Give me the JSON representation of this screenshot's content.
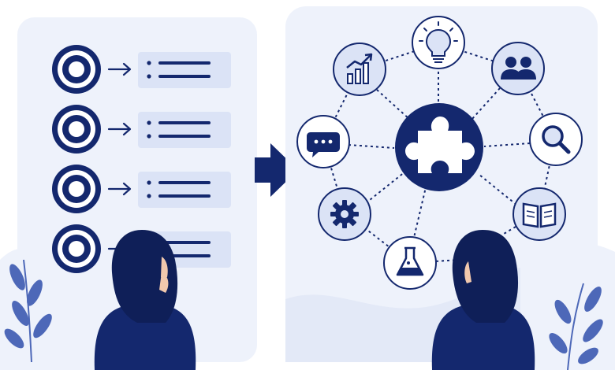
{
  "colors": {
    "navy": "#14286e",
    "light_panel": "#eef2fb",
    "pale_blue": "#dbe3f6",
    "mid_blue": "#4d68b8",
    "white": "#ffffff"
  },
  "left_panel": {
    "rows": [
      {
        "icon": "target-icon",
        "list_icon": "bullet-list-icon"
      },
      {
        "icon": "target-icon",
        "list_icon": "bullet-list-icon"
      },
      {
        "icon": "target-icon",
        "list_icon": "bullet-list-icon"
      },
      {
        "icon": "target-icon",
        "list_icon": "bullet-list-icon"
      }
    ]
  },
  "transition_icon": "right-arrow-icon",
  "right_panel": {
    "center_icon": "puzzle-piece-icon",
    "nodes": [
      "lightbulb-icon",
      "team-icon",
      "magnifier-icon",
      "book-icon",
      "flask-icon",
      "gear-icon",
      "chat-icon",
      "growth-chart-icon"
    ]
  },
  "people": [
    "person-left",
    "person-right"
  ],
  "decorations": [
    "leaf-sprig-left",
    "leaf-sprig-right"
  ]
}
